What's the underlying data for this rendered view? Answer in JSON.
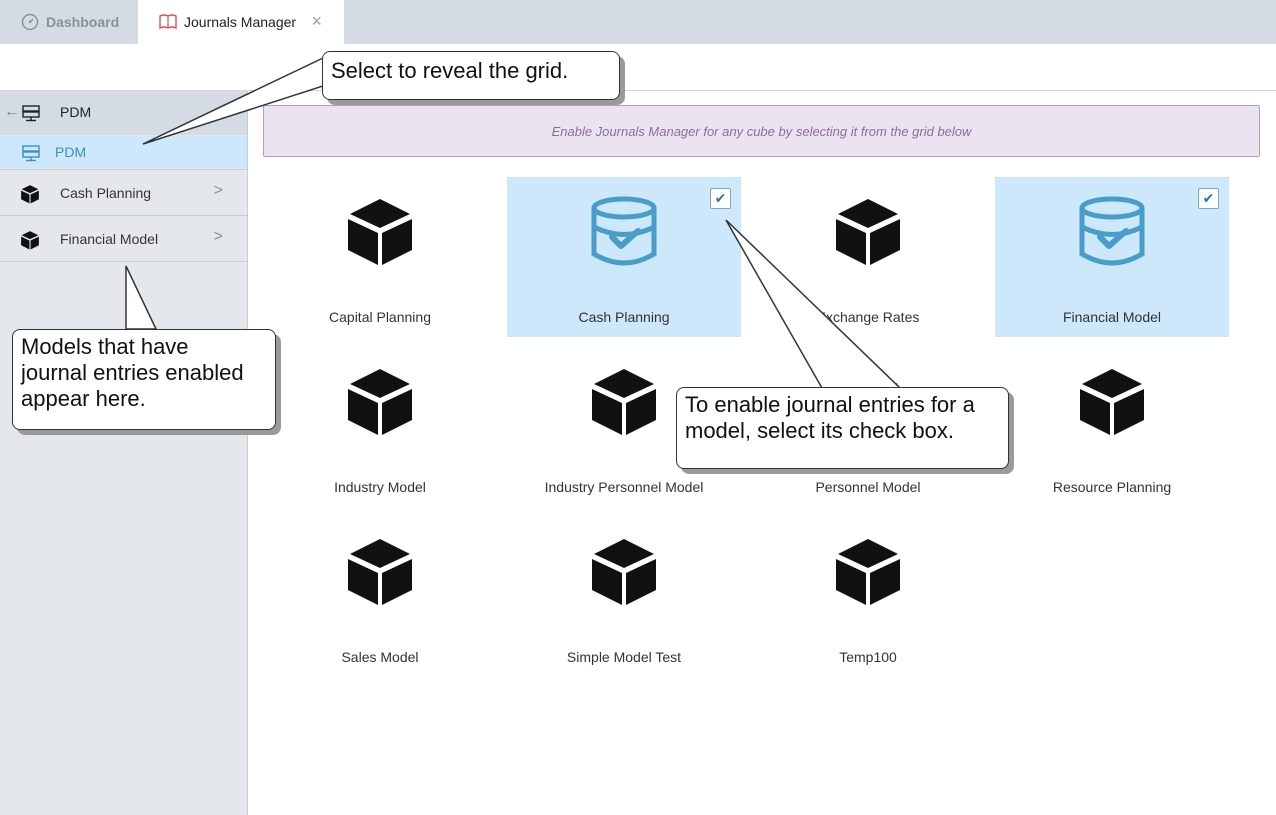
{
  "tabs": {
    "dashboard": "Dashboard",
    "journals": "Journals Manager",
    "close_glyph": "×"
  },
  "sidebar": {
    "back_glyph": "←",
    "header_label": "PDM",
    "selected_label": "PDM",
    "items": [
      {
        "label": "Cash Planning",
        "chevron": ">"
      },
      {
        "label": "Financial Model",
        "chevron": ">"
      }
    ]
  },
  "banner": "Enable Journals Manager for any cube by selecting it from the grid below",
  "grid": [
    {
      "name": "Capital Planning",
      "icon": "cube-icon",
      "selected": false
    },
    {
      "name": "Cash Planning",
      "icon": "database-check-icon",
      "selected": true,
      "check": "✔"
    },
    {
      "name": "Exchange Rates",
      "icon": "cube-icon",
      "selected": false
    },
    {
      "name": "Financial Model",
      "icon": "database-check-icon",
      "selected": true,
      "check": "✔"
    },
    {
      "name": "Industry Model",
      "icon": "cube-icon",
      "selected": false
    },
    {
      "name": "Industry Personnel Model",
      "icon": "cube-icon",
      "selected": false
    },
    {
      "name": "Personnel Model",
      "icon": "cube-icon",
      "selected": false
    },
    {
      "name": "Resource Planning",
      "icon": "cube-icon",
      "selected": false
    },
    {
      "name": "Sales Model",
      "icon": "cube-icon",
      "selected": false
    },
    {
      "name": "Simple Model Test",
      "icon": "cube-icon",
      "selected": false
    },
    {
      "name": "Temp100",
      "icon": "cube-icon",
      "selected": false
    }
  ],
  "callouts": {
    "reveal": "Select to reveal the grid.",
    "models_line1": "Models that have",
    "models_line2": "journal entries enabled",
    "models_line3": "appear here.",
    "enable_line1": "To enable journal entries for a",
    "enable_line2": "model, select its check box."
  },
  "colors": {
    "selected_bg": "#cde7fb",
    "accent_blue": "#4a9cc9",
    "banner_bg": "#ebe3ef",
    "banner_text": "#8c6c9f"
  }
}
